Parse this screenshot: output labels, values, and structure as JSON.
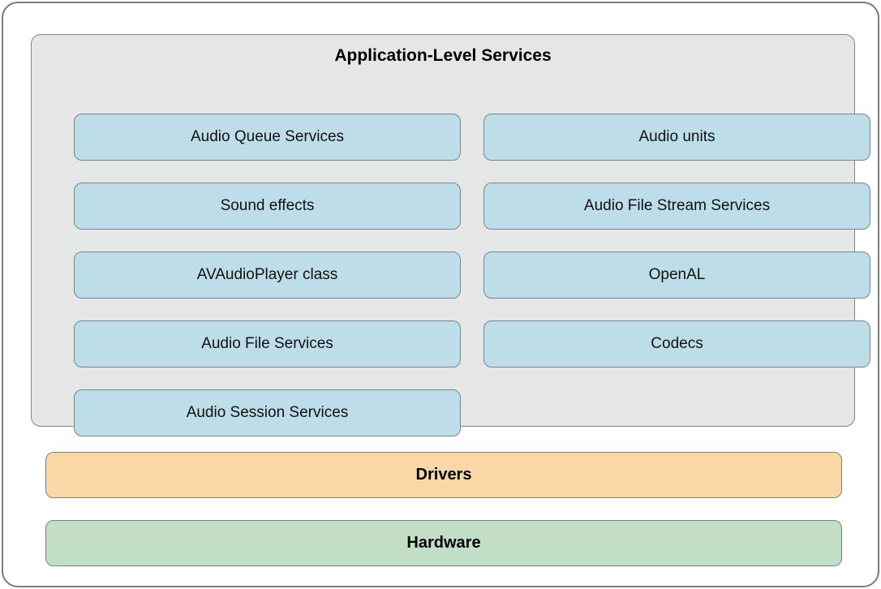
{
  "diagram": {
    "title": "Application-Level Services",
    "services_left": [
      "Audio Queue Services",
      "Sound effects",
      "AVAudioPlayer class",
      "Audio File Services",
      "Audio Session Services"
    ],
    "services_right": [
      "Audio units",
      "Audio File Stream Services",
      "OpenAL",
      "Codecs"
    ],
    "layers": [
      {
        "label": "Drivers",
        "fill": "#fad8a6"
      },
      {
        "label": "Hardware",
        "fill": "#c2dfc6"
      }
    ],
    "colors": {
      "service_box_fill": "#bddee9",
      "panel_fill": "#e5e6e6",
      "outer_fill": "#ffffff",
      "border_gray": "#7c7c7c",
      "text": "#111111"
    }
  }
}
